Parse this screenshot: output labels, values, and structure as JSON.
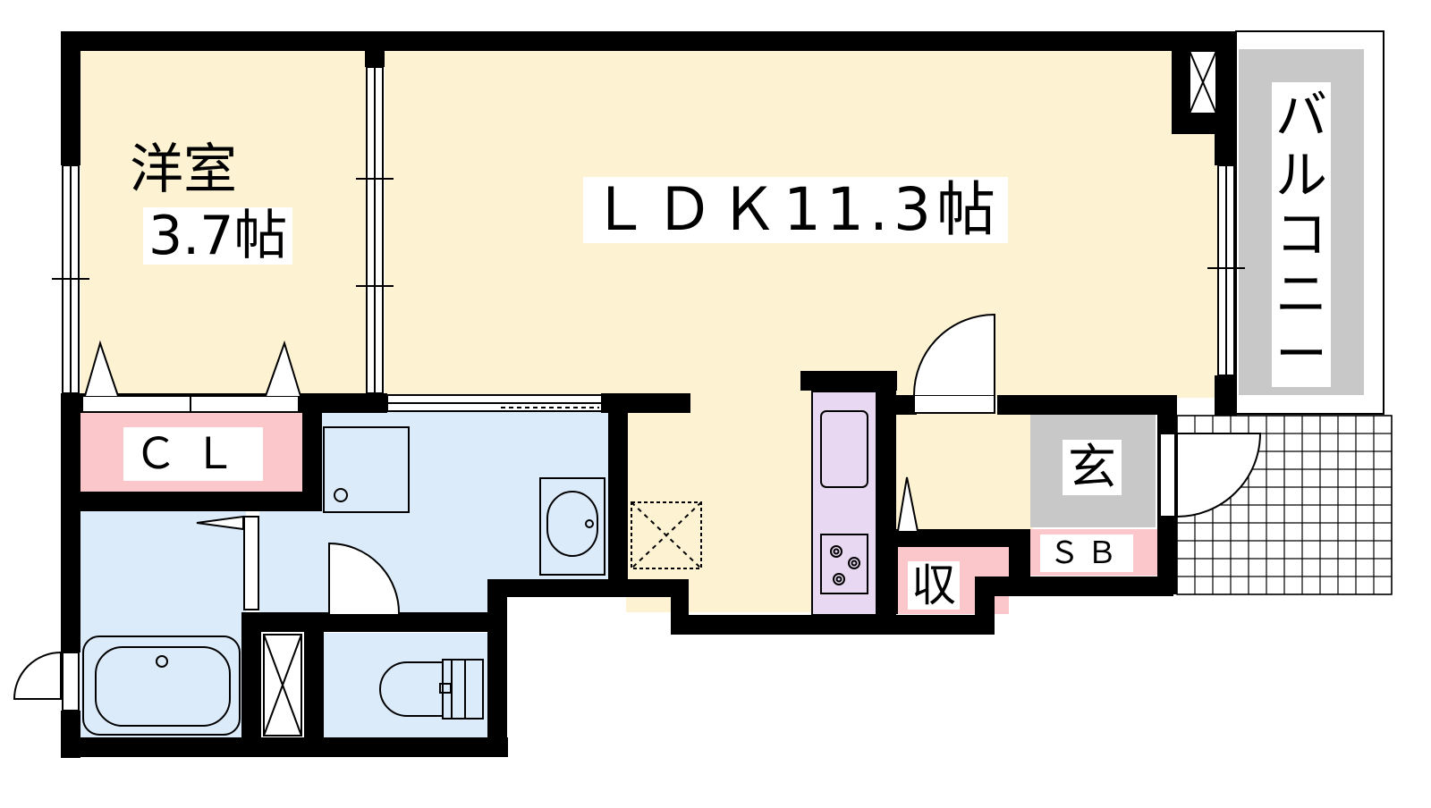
{
  "rooms": {
    "youshitsu": {
      "name": "洋室",
      "size": "3.7帖"
    },
    "ldk": {
      "label": "ＬＤＫ11.3帖"
    },
    "closet": {
      "label": "ＣＬ"
    },
    "genkan": {
      "label": "玄"
    },
    "shoebox": {
      "label": "ＳＢ"
    },
    "storage": {
      "label": "収"
    },
    "balcony": {
      "label": "バルコニー"
    }
  },
  "colors": {
    "wall": "#000000",
    "living": "#fdf3d2",
    "water": "#dcebfa",
    "storage": "#fbc7cb",
    "kitchen": "#e9d8f2",
    "genkan": "#c8c8c8",
    "balcony": "#c8c8c8",
    "background": "#ffffff"
  }
}
